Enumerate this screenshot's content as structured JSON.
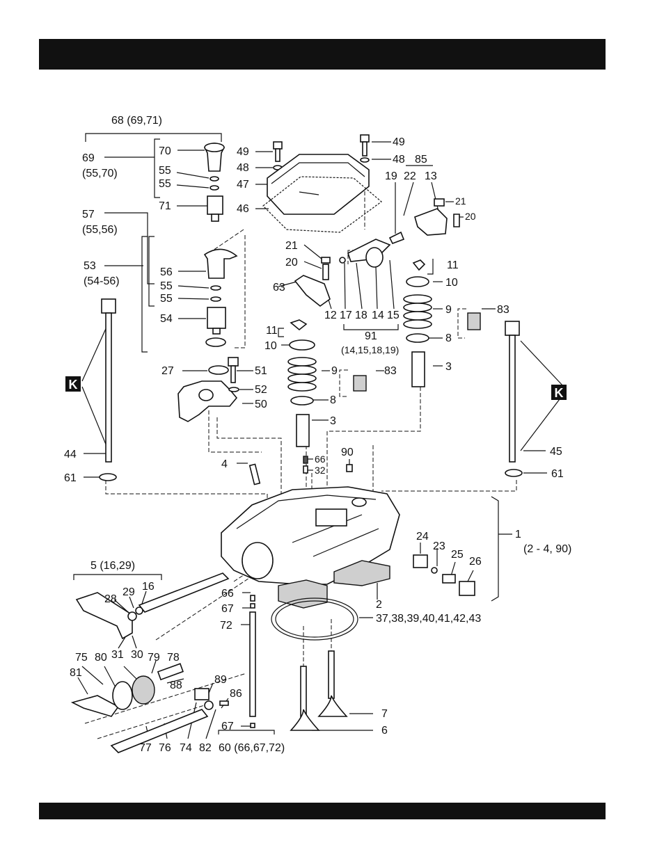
{
  "labels": {
    "l68": "68 (69,71)",
    "l69": "69",
    "l69s": "(55,70)",
    "l70": "70",
    "l55a": "55",
    "l55b": "55",
    "l71": "71",
    "l57": "57",
    "l57s": "(55,56)",
    "l53": "53",
    "l53s": "(54-56)",
    "l56": "56",
    "l55c": "55",
    "l55d": "55",
    "l54": "54",
    "l27": "27",
    "l51": "51",
    "l52": "52",
    "l50": "50",
    "l49a": "49",
    "l48a": "48",
    "l47": "47",
    "l46": "46",
    "l49b": "49",
    "l48b": "48",
    "l85": "85",
    "l19": "19",
    "l22": "22",
    "l13": "13",
    "l21a": "21",
    "l20a": "20",
    "l21b": "21",
    "l20b": "20",
    "l63": "63",
    "l12": "12",
    "l17": "17",
    "l18": "18",
    "l14": "14",
    "l15": "15",
    "l91": "91",
    "l91s": "(14,15,18,19)",
    "l11a": "11",
    "l10a": "10",
    "l9a": "9",
    "l83a": "83",
    "l8a": "8",
    "l3a": "3",
    "l11b": "11",
    "l10b": "10",
    "l9b": "9",
    "l83b": "83",
    "l8b": "8",
    "l3b": "3",
    "l44": "44",
    "l61a": "61",
    "l45": "45",
    "l61b": "61",
    "l4": "4",
    "l66a": "66",
    "l32": "32",
    "l90": "90",
    "l1": "1",
    "l1s": "(2 - 4, 90)",
    "l24": "24",
    "l23": "23",
    "l25": "25",
    "l26": "26",
    "l2": "2",
    "l37": "37,38,39,40,41,42,43",
    "l5": "5 (16,29)",
    "l16": "16",
    "l28": "28",
    "l29": "29",
    "l31": "31",
    "l30": "30",
    "l66b": "66",
    "l67a": "67",
    "l72": "72",
    "l75": "75",
    "l80": "80",
    "l79": "79",
    "l78": "78",
    "l81": "81",
    "l88": "88",
    "l89": "89",
    "l86": "86",
    "l67b": "67",
    "l7": "7",
    "l6": "6",
    "l77": "77",
    "l76": "76",
    "l74": "74",
    "l82": "82",
    "l60": "60 (66,67,72)",
    "kLeft": "K",
    "kRight": "K"
  }
}
